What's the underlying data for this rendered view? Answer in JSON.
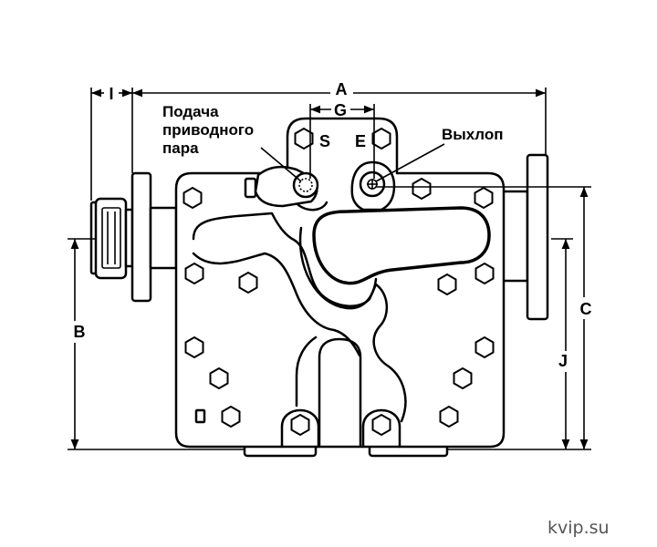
{
  "diagram": {
    "dimensions": {
      "A": "A",
      "I": "I",
      "G": "G",
      "B": "B",
      "C": "C",
      "J": "J"
    },
    "ports": {
      "S": "S",
      "E": "E"
    },
    "callouts": {
      "supply_line1": "Подача",
      "supply_line2": "приводного",
      "supply_line3": "пара",
      "exhaust": "Выхлоп"
    }
  },
  "watermark": "kvip.su",
  "colors": {
    "line": "#000000",
    "background": "#ffffff",
    "watermark": "#555555"
  }
}
